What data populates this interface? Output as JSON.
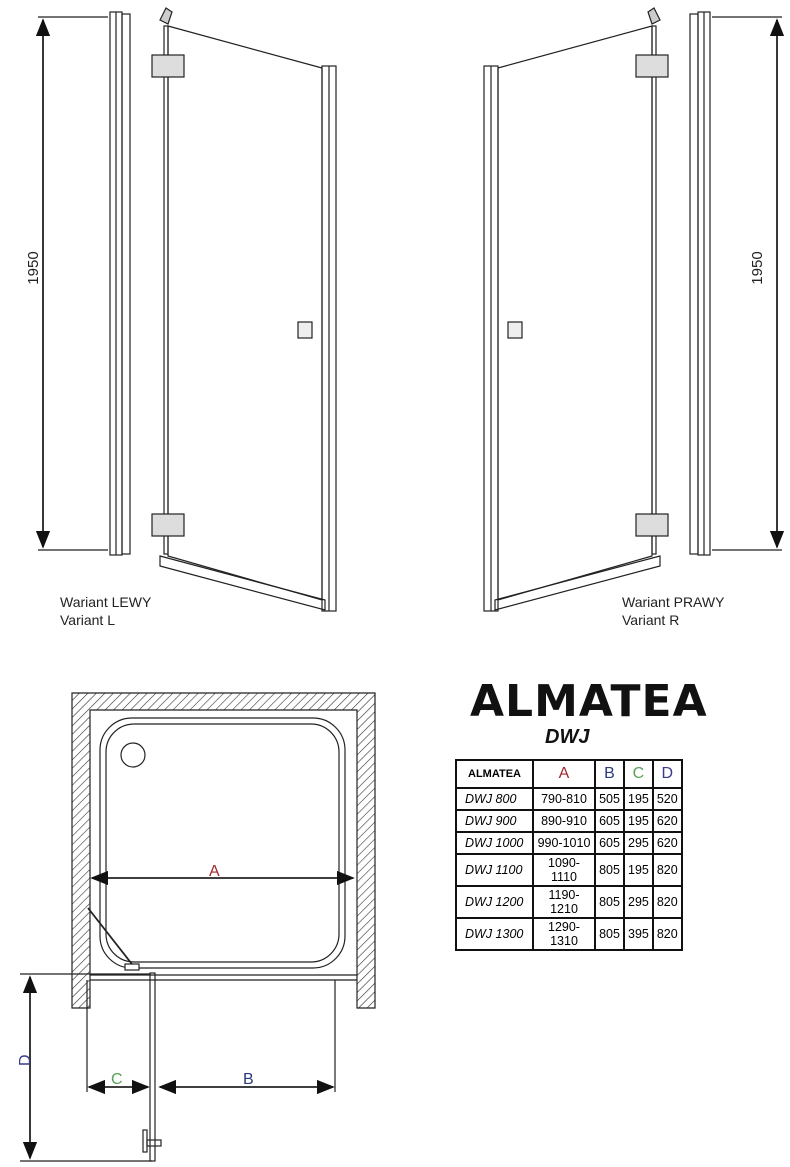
{
  "left_view": {
    "height_label": "1950",
    "variant_pl": "Wariant LEWY",
    "variant_en": "Variant L"
  },
  "right_view": {
    "height_label": "1950",
    "variant_pl": "Wariant PRAWY",
    "variant_en": "Variant R"
  },
  "plan": {
    "label_a": "A",
    "label_b": "B",
    "label_c": "C",
    "label_d": "D"
  },
  "product": {
    "name": "ALMATEA",
    "series": "DWJ"
  },
  "table": {
    "headers": [
      "ALMATEA",
      "A",
      "B",
      "C",
      "D"
    ],
    "header_colors": [
      "#111111",
      "#a0282d",
      "#2a3a7a",
      "#5aa05a",
      "#3a3a8a"
    ],
    "rows": [
      [
        "DWJ 800",
        "790-810",
        "505",
        "195",
        "520"
      ],
      [
        "DWJ 900",
        "890-910",
        "605",
        "195",
        "620"
      ],
      [
        "DWJ 1000",
        "990-1010",
        "605",
        "295",
        "620"
      ],
      [
        "DWJ 1100",
        "1090-1110",
        "805",
        "195",
        "820"
      ],
      [
        "DWJ 1200",
        "1190-1210",
        "805",
        "295",
        "820"
      ],
      [
        "DWJ 1300",
        "1290-1310",
        "805",
        "395",
        "820"
      ]
    ]
  }
}
